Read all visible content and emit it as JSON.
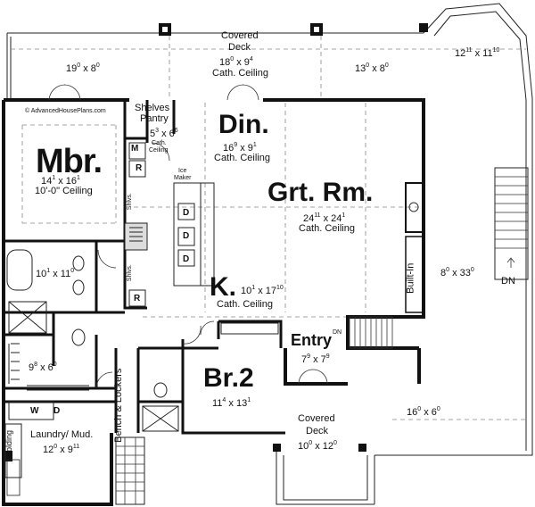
{
  "watermark": "© AdvancedHousePlans.com",
  "rooms": {
    "mbr": {
      "name": "Mbr.",
      "dim_a": "14",
      "sup_a": "1",
      "dim_b": "16",
      "sup_b": "1",
      "note": "10'-0\" Ceiling"
    },
    "din": {
      "name": "Din.",
      "dim_a": "16",
      "sup_a": "9",
      "dim_b": "9",
      "sup_b": "1",
      "note": "Cath. Ceiling"
    },
    "grt": {
      "name": "Grt. Rm.",
      "dim_a": "24",
      "sup_a": "11",
      "dim_b": "24",
      "sup_b": "1",
      "note": "Cath. Ceiling"
    },
    "kitchen": {
      "name": "K.",
      "dim_a": "10",
      "sup_a": "1",
      "dim_b": "17",
      "sup_b": "10",
      "note": "Cath. Ceiling"
    },
    "br2": {
      "name": "Br.2",
      "dim_a": "11",
      "sup_a": "4",
      "dim_b": "13",
      "sup_b": "1"
    },
    "entry": {
      "name": "Entry",
      "dim_a": "7",
      "sup_a": "9",
      "dim_b": "7",
      "sup_b": "9"
    },
    "pantry": {
      "name_1": "Shelves",
      "name_2": "Pantry",
      "dim_a": "5",
      "sup_a": "3",
      "dim_b": "6",
      "sup_b": "6",
      "note_1": "Cath.",
      "note_2": "Ceiling"
    },
    "bath": {
      "dim_a": "10",
      "sup_a": "1",
      "dim_b": "11",
      "sup_b": "0"
    },
    "closet": {
      "dim_a": "9",
      "sup_a": "8",
      "dim_b": "6",
      "sup_b": "0"
    },
    "laundry": {
      "name": "Laundry/ Mud.",
      "dim_a": "12",
      "sup_a": "0",
      "dim_b": "9",
      "sup_b": "11"
    },
    "covered_deck_top": {
      "name_1": "Covered",
      "name_2": "Deck",
      "dim_a": "18",
      "sup_a": "0",
      "dim_b": "9",
      "sup_b": "4",
      "note": "Cath. Ceiling"
    },
    "covered_deck_bottom": {
      "name_1": "Covered",
      "name_2": "Deck",
      "dim_a": "10",
      "sup_a": "0",
      "dim_b": "12",
      "sup_b": "0"
    },
    "deck_top_left": {
      "dim_a": "19",
      "sup_a": "0",
      "dim_b": "8",
      "sup_b": "0"
    },
    "deck_top_right": {
      "dim_a": "13",
      "sup_a": "0",
      "dim_b": "8",
      "sup_b": "0"
    },
    "deck_corner": {
      "dim_a": "12",
      "sup_a": "11",
      "dim_b": "11",
      "sup_b": "10"
    },
    "deck_right": {
      "dim_a": "8",
      "sup_a": "0",
      "dim_b": "33",
      "sup_b": "0"
    },
    "deck_bottom_right": {
      "dim_a": "16",
      "sup_a": "0",
      "dim_b": "6",
      "sup_b": "0"
    }
  },
  "labels": {
    "ice_maker_1": "Ice",
    "ice_maker_2": "Maker",
    "shlvs_1": "Shlvs.",
    "shlvs_2": "Shlvs.",
    "built_in": "Built-In",
    "bench_lockers": "Bench & Lockers",
    "folding": "Folding",
    "w": "W",
    "d": "D",
    "dn_stair": "DN",
    "dn_entry": "DN",
    "m": "M",
    "r1": "R",
    "r2": "R",
    "d1": "D",
    "d2": "D",
    "d3": "D"
  },
  "dimension_separator": "x"
}
